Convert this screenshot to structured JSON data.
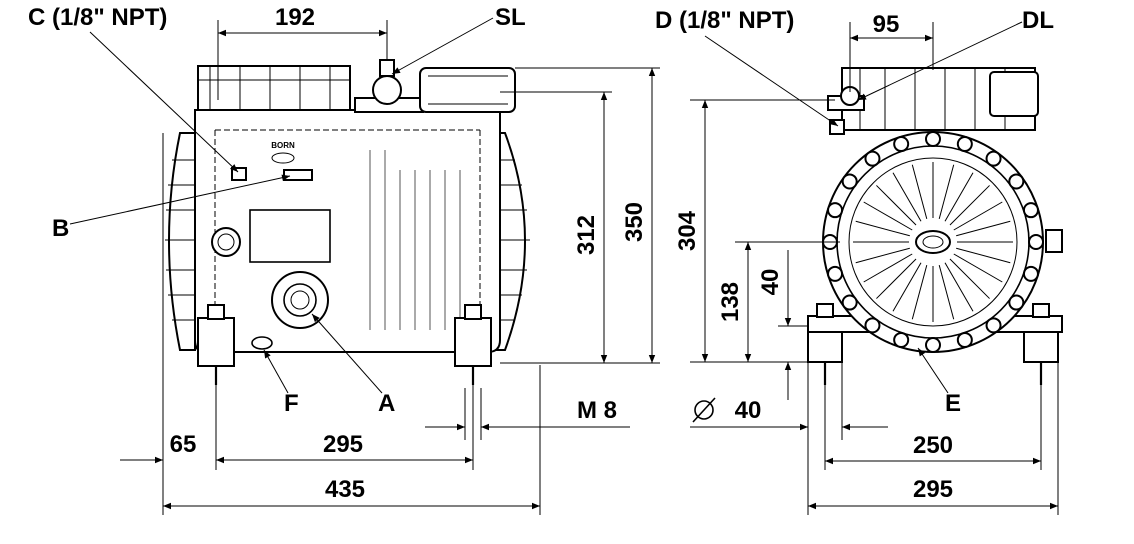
{
  "callouts": {
    "c": "C (1/8\" NPT)",
    "sl": "SL",
    "b": "B",
    "f": "F",
    "a": "A",
    "d": "D (1/8\" NPT)",
    "dl": "DL",
    "e": "E"
  },
  "dimensions": {
    "d192": "192",
    "d312": "312",
    "d350": "350",
    "d65": "65",
    "d295_front": "295",
    "d435": "435",
    "m8": "M  8",
    "d95": "95",
    "d304": "304",
    "d138": "138",
    "d40_vertical": "40",
    "dia40": "40",
    "d250": "250",
    "d295_side": "295"
  },
  "brand_mark": "BORN"
}
